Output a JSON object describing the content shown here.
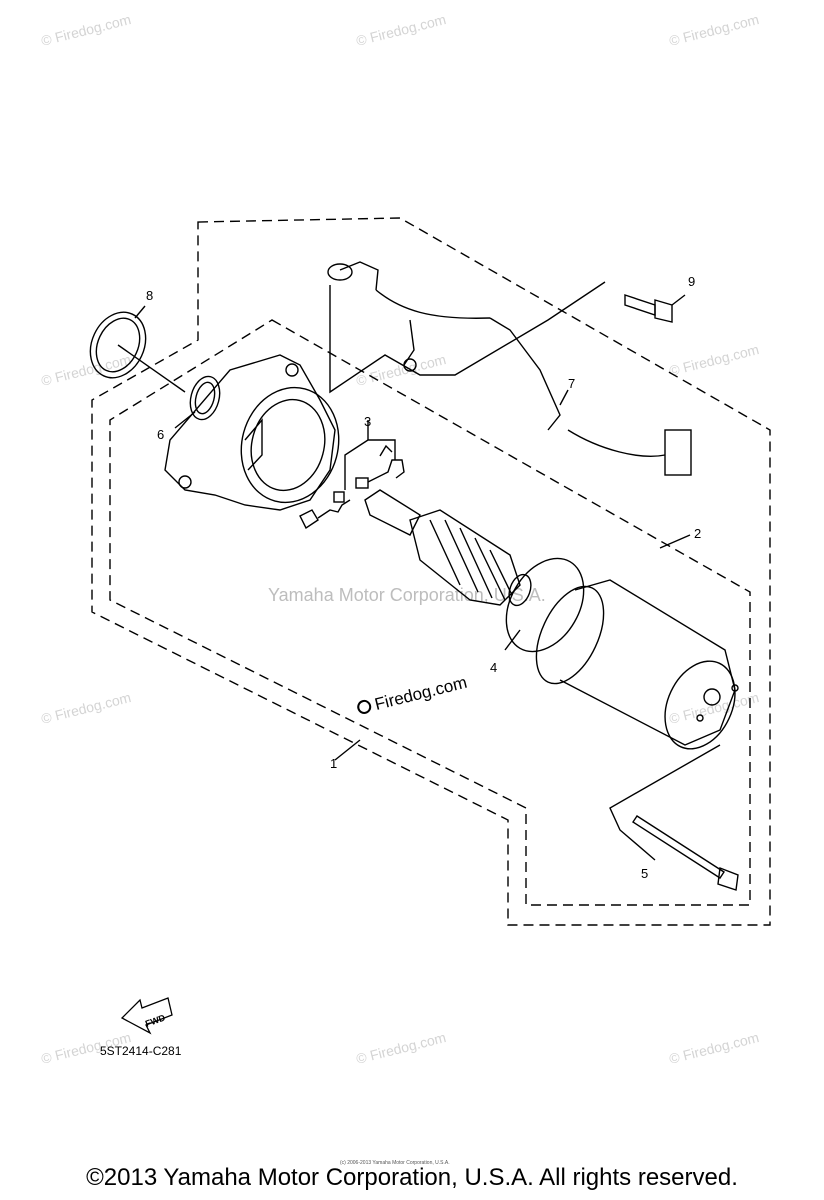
{
  "watermark": {
    "text": "© Firedog.com",
    "center_text": "Yamaha Motor Corporation, U.S.A.",
    "logo_text": "Firedog.com"
  },
  "callouts": [
    "1",
    "2",
    "3",
    "4",
    "5",
    "6",
    "7",
    "8",
    "9"
  ],
  "diagram_code": "5ST2414-C281",
  "fwd_label": "FWD",
  "tiny_copyright": "(c) 2006-2013 Yamaha Motor Corporation, U.S.A.",
  "footer": "©2013 Yamaha Motor Corporation, U.S.A. All rights reserved."
}
